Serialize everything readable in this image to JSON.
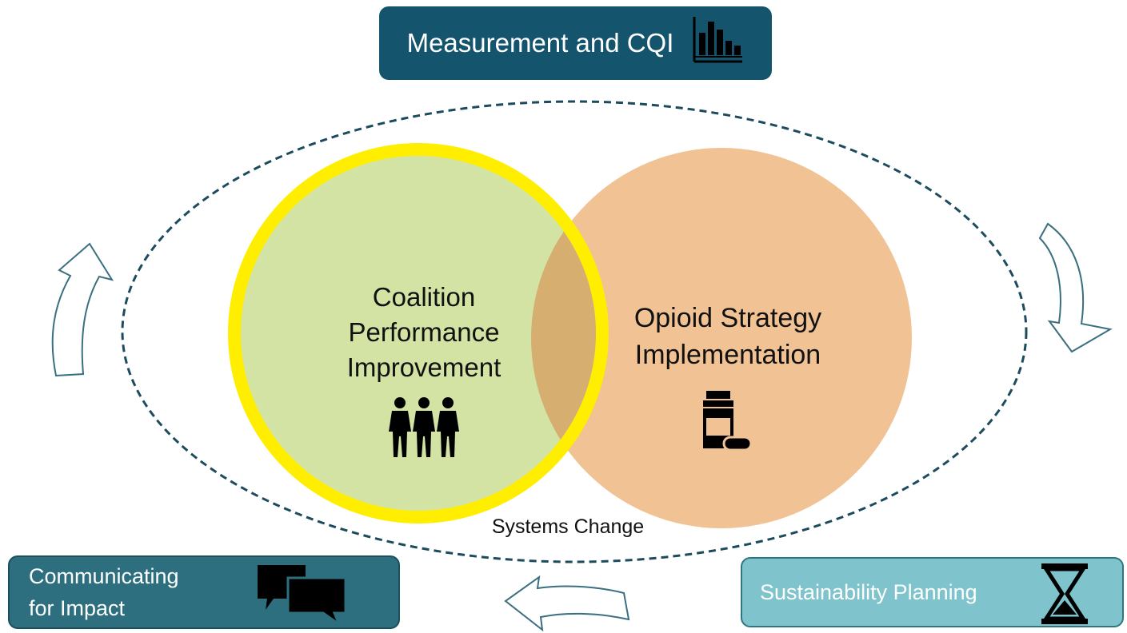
{
  "top_box": {
    "label": "Measurement and CQI",
    "icon": "bar-chart-icon",
    "color": "#14546c"
  },
  "left_box": {
    "label_line1": "Communicating",
    "label_line2": "for Impact",
    "icon": "speech-bubbles-icon",
    "color": "#2d6f7e"
  },
  "right_box": {
    "label": "Sustainability Planning",
    "icon": "hourglass-icon",
    "color": "#7fc3cc"
  },
  "circles": {
    "coalition": {
      "line1": "Coalition",
      "line2": "Performance",
      "line3": "Improvement",
      "icon": "people-group-icon",
      "fill": "#d3e3a3",
      "ring": "#ffee00"
    },
    "opioid": {
      "line1": "Opioid Strategy",
      "line2": "Implementation",
      "icon": "pill-bottle-icon",
      "fill": "#f0c294"
    }
  },
  "ellipse_label": "Systems Change",
  "arrows": [
    "arrow-up-left",
    "arrow-down-right",
    "arrow-left-bottom"
  ]
}
